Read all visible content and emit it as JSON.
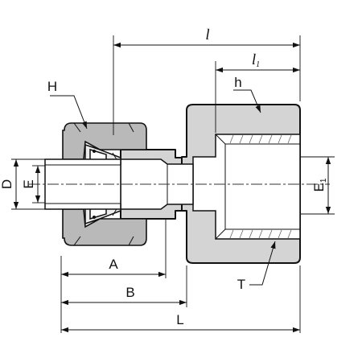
{
  "labels": {
    "l": "l",
    "l1_base": "l",
    "l1_sub": "1",
    "H": "H",
    "h": "h",
    "D": "D",
    "E": "E",
    "E1_base": "E",
    "E1_sub": "1",
    "A": "A",
    "B": "B",
    "L": "L",
    "T": "T"
  }
}
